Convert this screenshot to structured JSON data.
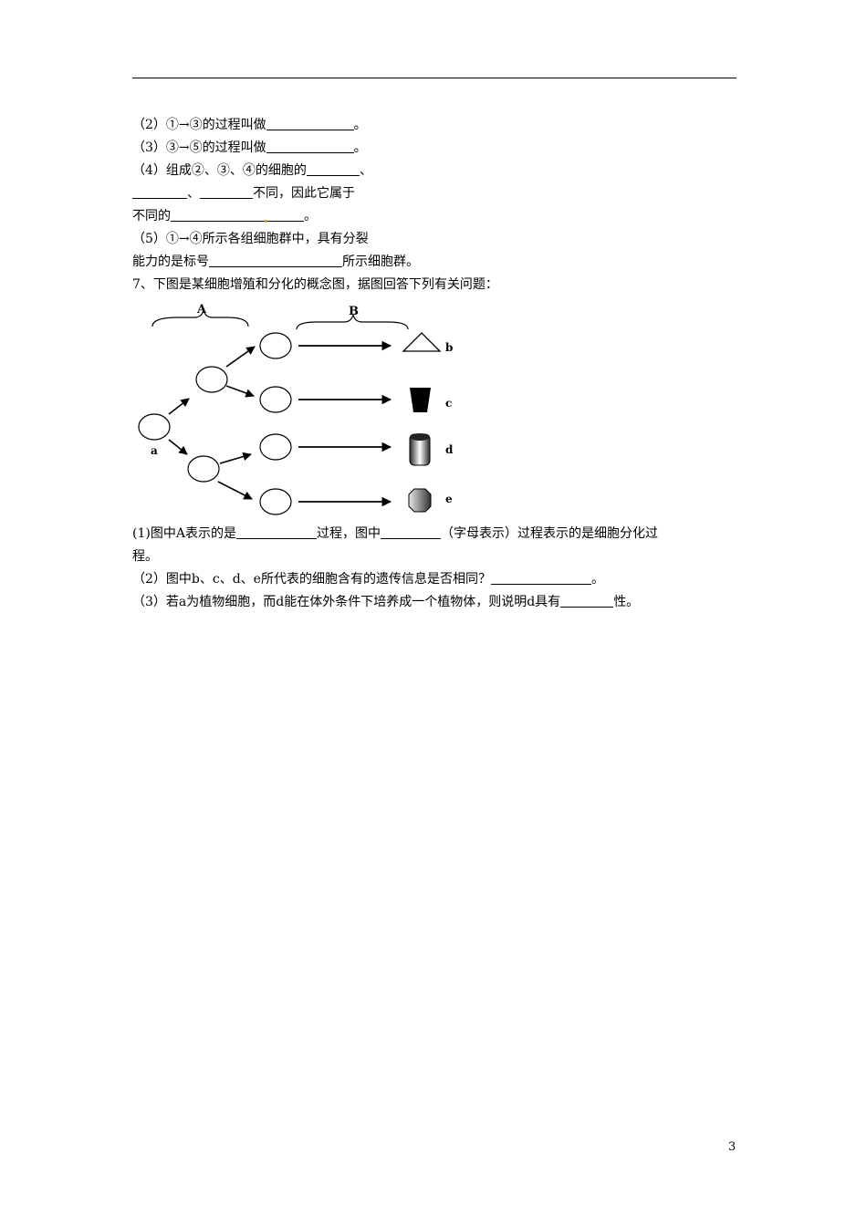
{
  "lines": {
    "l1": {
      "pre": "（2）①→③的过程叫做",
      "post": "。"
    },
    "l2": {
      "pre": "（3）③→⑤的过程叫做",
      "post": "。"
    },
    "l3": {
      "pre": "（4）组成②、③、④的细胞的",
      "post": "、"
    },
    "l4": {
      "mid": "、",
      "post": "不同，因此它属于"
    },
    "l5": {
      "pre": "不同的",
      "post": "。"
    },
    "l6": {
      "text": "（5）①→④所示各组细胞群中，具有分裂"
    },
    "l7": {
      "pre": "能力的是标号",
      "post": "所示细胞群。"
    },
    "l8": {
      "text": "7、下图是某细胞增殖和分化的概念图，据图回答下列有关问题："
    }
  },
  "diagram": {
    "label_A": "A",
    "label_B": "B",
    "label_a": "a",
    "label_b": "b",
    "label_c": "c",
    "label_d": "d",
    "label_e": "e"
  },
  "questions": {
    "q1": {
      "pre": "(1)图中A表示的是",
      "mid": "过程，图中",
      "post": "（字母表示）过程表示的是细胞分化过"
    },
    "q1b": {
      "text": "程。"
    },
    "q2": {
      "pre": "（2）图中b、c、d、e所代表的细胞含有的遗传信息是否相同？",
      "post": "。"
    },
    "q3": {
      "pre": "（3）若a为植物细胞，而d能在体外条件下培养成一个植物体，则说明d具有",
      "post": "性。"
    }
  },
  "page_number": "3"
}
